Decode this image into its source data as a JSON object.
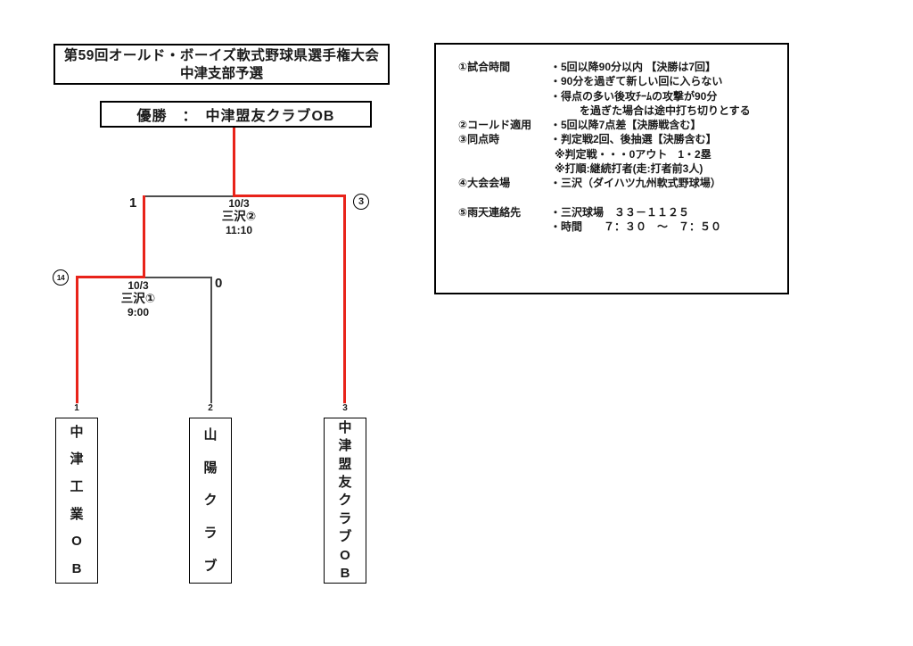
{
  "title_box": {
    "line1": "第59回オールド・ボーイズ軟式野球県選手権大会",
    "line2": "中津支部予選"
  },
  "winner_box": {
    "label": "優勝　：　中津盟友クラブOB"
  },
  "rules_box": {
    "rows": [
      {
        "label": "①試合時間",
        "value": "・5回以降90分以内 【決勝は7回】"
      },
      {
        "label": "",
        "value": "・90分を過ぎて新しい回に入らない"
      },
      {
        "label": "",
        "value": "・得点の多い後攻ﾁｰﾑの攻撃が90分"
      },
      {
        "label": "",
        "value": "を過ぎた場合は途中打ち切りとする"
      },
      {
        "label": "②コールド適用",
        "value": "・5回以降7点差【決勝戦含む】"
      },
      {
        "label": "③同点時",
        "value": "・判定戦2回、後抽選【決勝含む】"
      },
      {
        "label": "",
        "value": "※判定戦・・・0アウト　1・2塁"
      },
      {
        "label": "",
        "value": "※打順:継続打者(走:打者前3人)"
      },
      {
        "label": "④大会会場",
        "value": "・三沢（ダイハツ九州軟式野球場）"
      },
      {
        "label": "",
        "value": ""
      },
      {
        "label": "⑤雨天連絡先",
        "value": "・三沢球場　３３－１１２５"
      },
      {
        "label": "",
        "value": "・時間　　７：３０　～　７：５０"
      }
    ]
  },
  "bracket": {
    "final": {
      "date": "10/3",
      "venue": "三沢②",
      "time": "11:10",
      "score_left": "1",
      "score_right": "3",
      "winner_side": "right"
    },
    "semifinal": {
      "date": "10/3",
      "venue": "三沢①",
      "time": "9:00",
      "score_left": "14",
      "score_right": "0",
      "winner_side": "left"
    },
    "teams": [
      {
        "seed": "1",
        "name": "中津工業OB"
      },
      {
        "seed": "2",
        "name": "山陽クラブ"
      },
      {
        "seed": "3",
        "name": "中津盟友クラブOB"
      }
    ],
    "colors": {
      "winner_path": "#e8231a",
      "bracket_line": "#4d4d4d"
    }
  }
}
